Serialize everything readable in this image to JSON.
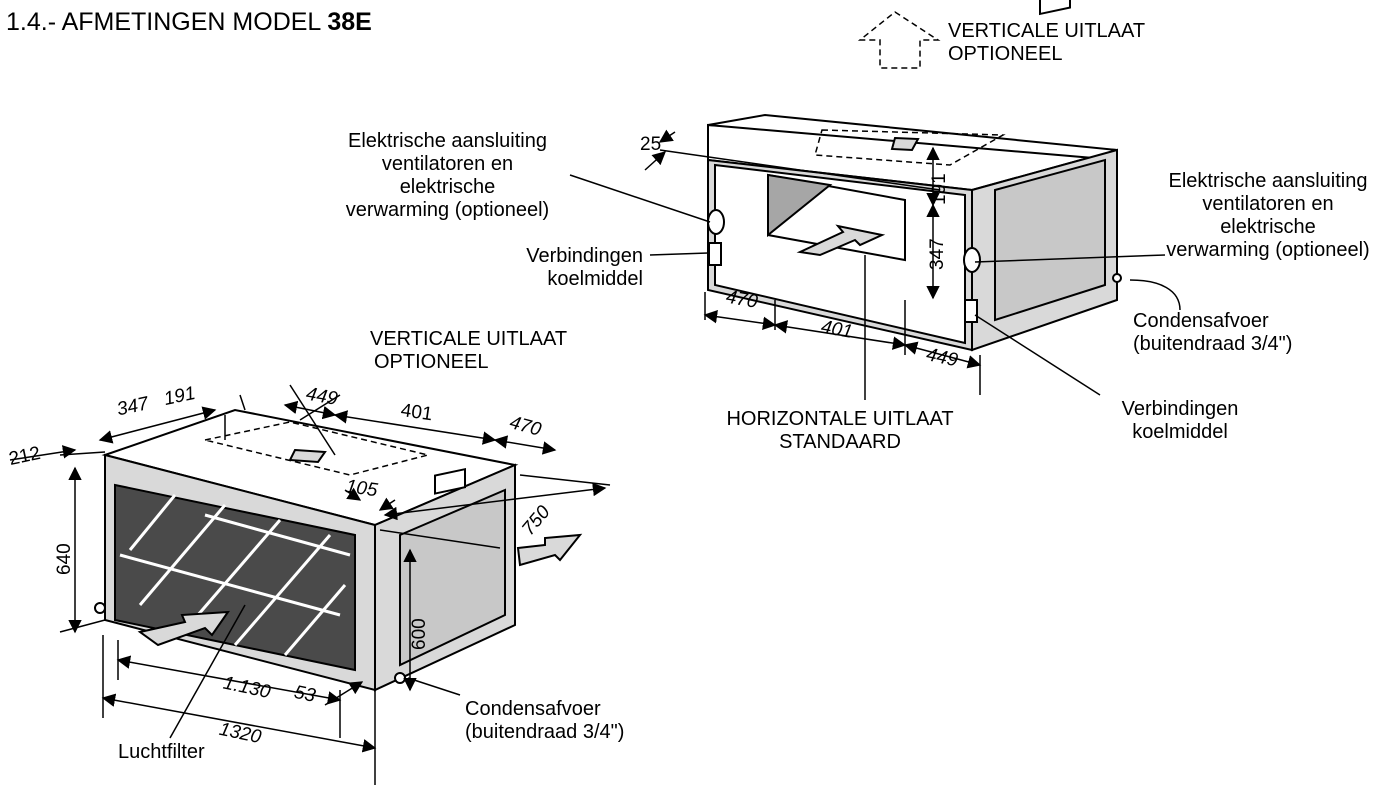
{
  "title": {
    "prefix": "1.4.- AFMETINGEN  MODEL  ",
    "model": "38E"
  },
  "right_unit": {
    "vertical_outlet": [
      "VERTICALE UITLAAT",
      "OPTIONEEL"
    ],
    "electrical_connection": [
      "Elektrische aansluiting",
      "ventilatoren en",
      "elektrische",
      "verwarming (optioneel)"
    ],
    "refrigerant_connections": [
      "Verbindingen",
      "koelmiddel"
    ],
    "electrical_connection_side": [
      "Elektrische aansluiting",
      "ventilatoren en",
      "elektrische",
      "verwarming (optioneel)"
    ],
    "condensate_drain": [
      "Condensafvoer",
      "(buitendraad  3/4\")"
    ],
    "refrigerant_connections_side": [
      "Verbindingen",
      "koelmiddel"
    ],
    "horizontal_outlet": [
      "HORIZONTALE UITLAAT",
      "STANDAARD"
    ],
    "dimensions": {
      "d25": "25",
      "d191": "191",
      "d347": "347",
      "d470": "470",
      "d401": "401",
      "d449": "449"
    }
  },
  "left_unit": {
    "vertical_outlet": [
      "VERTICALE UITLAAT",
      "OPTIONEEL"
    ],
    "condensate_drain": [
      "Condensafvoer",
      "(buitendraad  3/4\")"
    ],
    "air_filter": "Luchtfilter",
    "dimensions": {
      "d347": "347",
      "d191": "191",
      "d449": "449",
      "d401": "401",
      "d470": "470",
      "d212": "212",
      "d105": "105",
      "d750": "750",
      "d640": "640",
      "d600": "600",
      "d1130": "1.130",
      "d53": "53",
      "d1320": "1320"
    }
  },
  "colors": {
    "line": "#000000",
    "panel_gray": "#d9d9d9",
    "dark_gray": "#a6a6a6",
    "filter_dark": "#4a4a4a",
    "background": "#ffffff"
  }
}
